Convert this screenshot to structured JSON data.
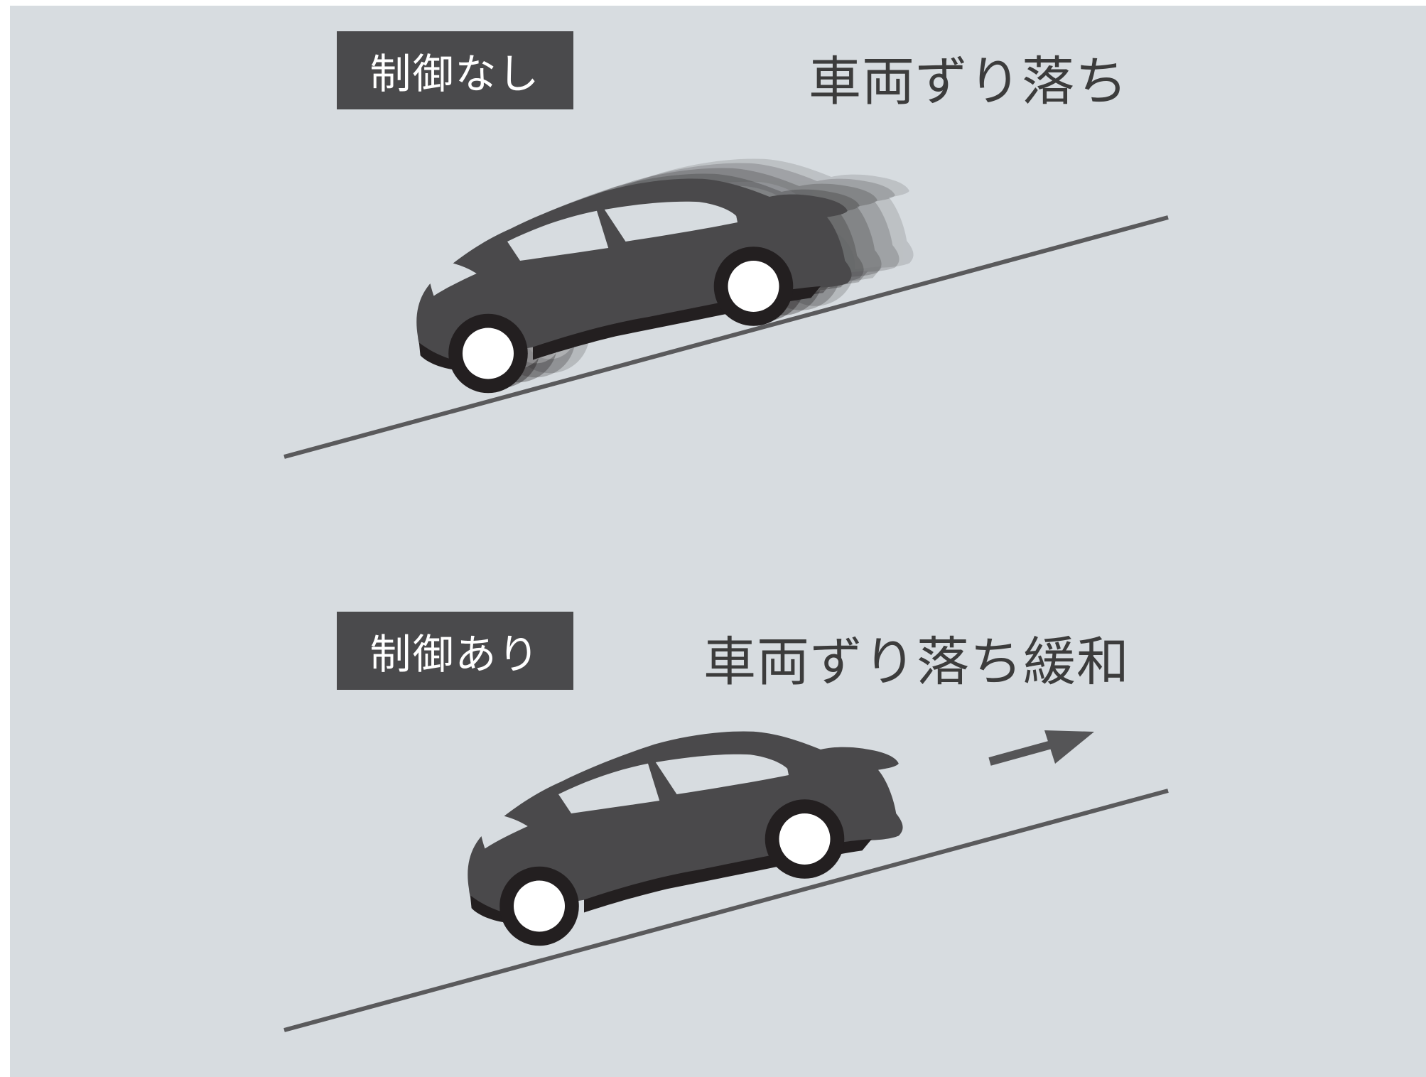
{
  "top_scene": {
    "label": "制御なし",
    "caption": "車両ずり落ち"
  },
  "bottom_scene": {
    "label": "制御あり",
    "caption": "車両ずり落ち緩和"
  },
  "colors": {
    "background": "#d7dce0",
    "label_box": "#4a4a4c",
    "label_text": "#ffffff",
    "caption_text": "#3c3c3c",
    "car_body": "#4a494b",
    "car_dark": "#231f20",
    "road_line": "#5a5a5c",
    "arrow": "#555557"
  },
  "icons": {
    "top_car": "suv-side-icon",
    "motion_ghosts": "motion-blur-ghost-icon",
    "bottom_car": "suv-side-icon",
    "direction_arrow": "arrow-up-right-icon"
  }
}
